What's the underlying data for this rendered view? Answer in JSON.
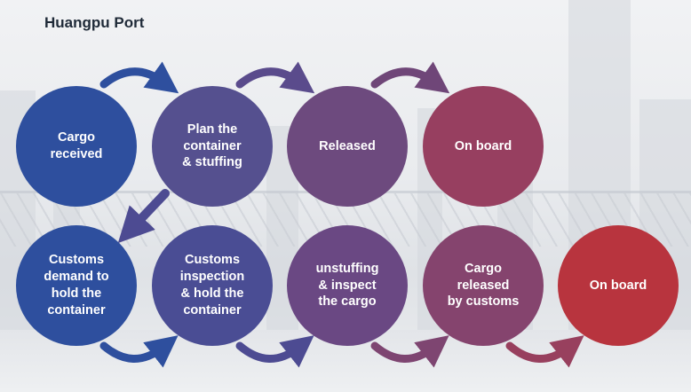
{
  "title": "Huangpu Port",
  "colors": {
    "blue": "#2e4f9e",
    "indigo": "#4a4d94",
    "violet": "#6a4883",
    "plum": "#7f4470",
    "wine": "#98405e",
    "red": "#b8343e"
  },
  "row1": [
    {
      "label": "Cargo\nreceived"
    },
    {
      "label": "Plan the\ncontainer\n& stuffing"
    },
    {
      "label": "Released"
    },
    {
      "label": "On board"
    }
  ],
  "row2": [
    {
      "label": "Customs\ndemand to\nhold the\ncontainer"
    },
    {
      "label": "Customs\ninspection\n& hold the\ncontainer"
    },
    {
      "label": "unstuffing\n& inspect\nthe cargo"
    },
    {
      "label": "Cargo\nreleased\nby customs"
    },
    {
      "label": "On board"
    }
  ]
}
